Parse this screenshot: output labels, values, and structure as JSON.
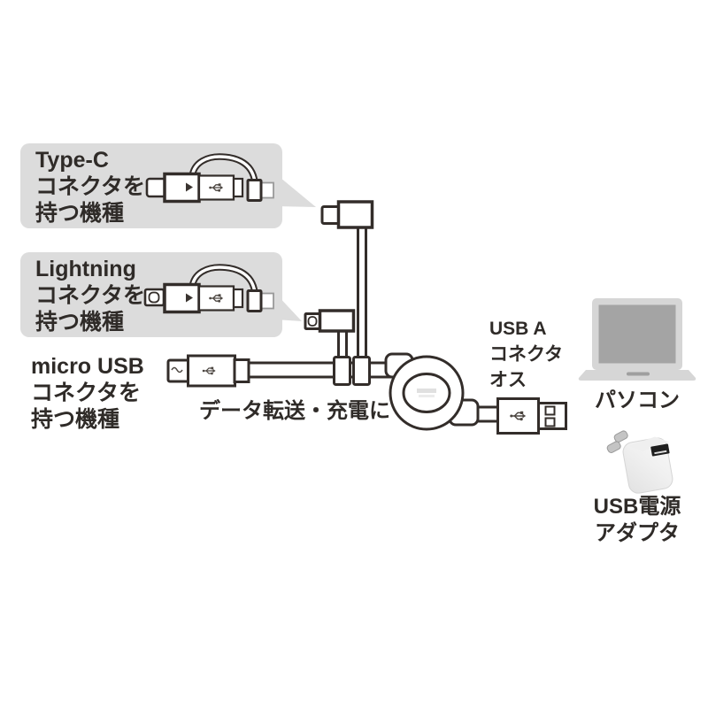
{
  "colors": {
    "background": "#ffffff",
    "line_art": "#332d2a",
    "callout_bg": "#dcdcdc",
    "text": "#2f2b28",
    "laptop_body": "#d6d6d6",
    "laptop_screen": "#a4a4a4",
    "adapter_body": "#f0f0f0",
    "usb_symbol": "#4c4641"
  },
  "callouts": [
    {
      "lines": [
        "Type-C",
        "コネクタを",
        "持つ機種"
      ]
    },
    {
      "lines": [
        "Lightning",
        "コネクタを",
        "持つ機種"
      ]
    }
  ],
  "labels": {
    "micro_usb_lines": [
      "micro USB",
      "コネクタを",
      "持つ機種"
    ],
    "usage": "データ転送・充電に",
    "usb_a_lines": [
      "USB A",
      "コネクタ",
      "オス"
    ],
    "pc": "パソコン",
    "power_adapter_lines": [
      "USB電源",
      "アダプタ"
    ]
  },
  "icons": {
    "typec_adapter": "type-c-adapter-illustration",
    "lightning_adapter": "lightning-adapter-illustration",
    "micro_usb_plug": "micro-usb-plug-icon",
    "retractable_reel": "cable-reel-icon",
    "usb_a_plug": "usb-a-plug-icon",
    "usb_trident": "usb-trident-icon",
    "laptop": "laptop-icon",
    "power_adapter": "usb-power-adapter-icon"
  }
}
